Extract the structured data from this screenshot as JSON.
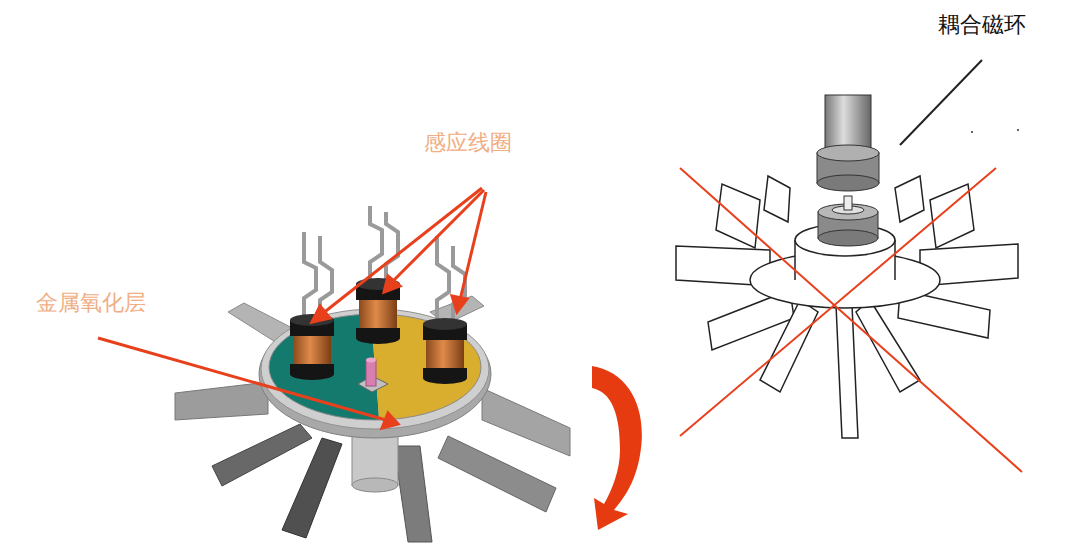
{
  "diagram": {
    "labels": [
      "耦合磁环",
      "感应线圈",
      "金属氧化层"
    ]
  }
}
